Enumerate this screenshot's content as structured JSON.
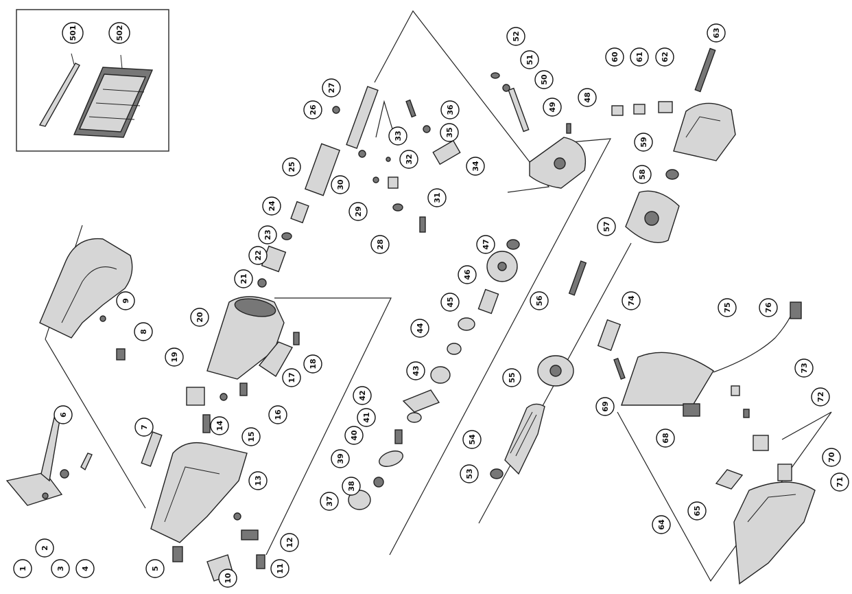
{
  "diagram": {
    "callout_labels": [
      "1",
      "2",
      "3",
      "4",
      "5",
      "6",
      "7",
      "8",
      "9",
      "10",
      "11",
      "12",
      "13",
      "14",
      "15",
      "16",
      "17",
      "18",
      "19",
      "20",
      "21",
      "22",
      "23",
      "24",
      "25",
      "26",
      "27",
      "28",
      "29",
      "30",
      "31",
      "32",
      "33",
      "34",
      "35",
      "36",
      "37",
      "38",
      "39",
      "40",
      "41",
      "42",
      "43",
      "44",
      "45",
      "46",
      "47",
      "48",
      "49",
      "50",
      "51",
      "52",
      "53",
      "54",
      "55",
      "56",
      "57",
      "58",
      "59",
      "60",
      "61",
      "62",
      "63",
      "64",
      "65",
      "68",
      "69",
      "70",
      "71",
      "72",
      "73",
      "74",
      "75",
      "76",
      "501",
      "502"
    ]
  }
}
